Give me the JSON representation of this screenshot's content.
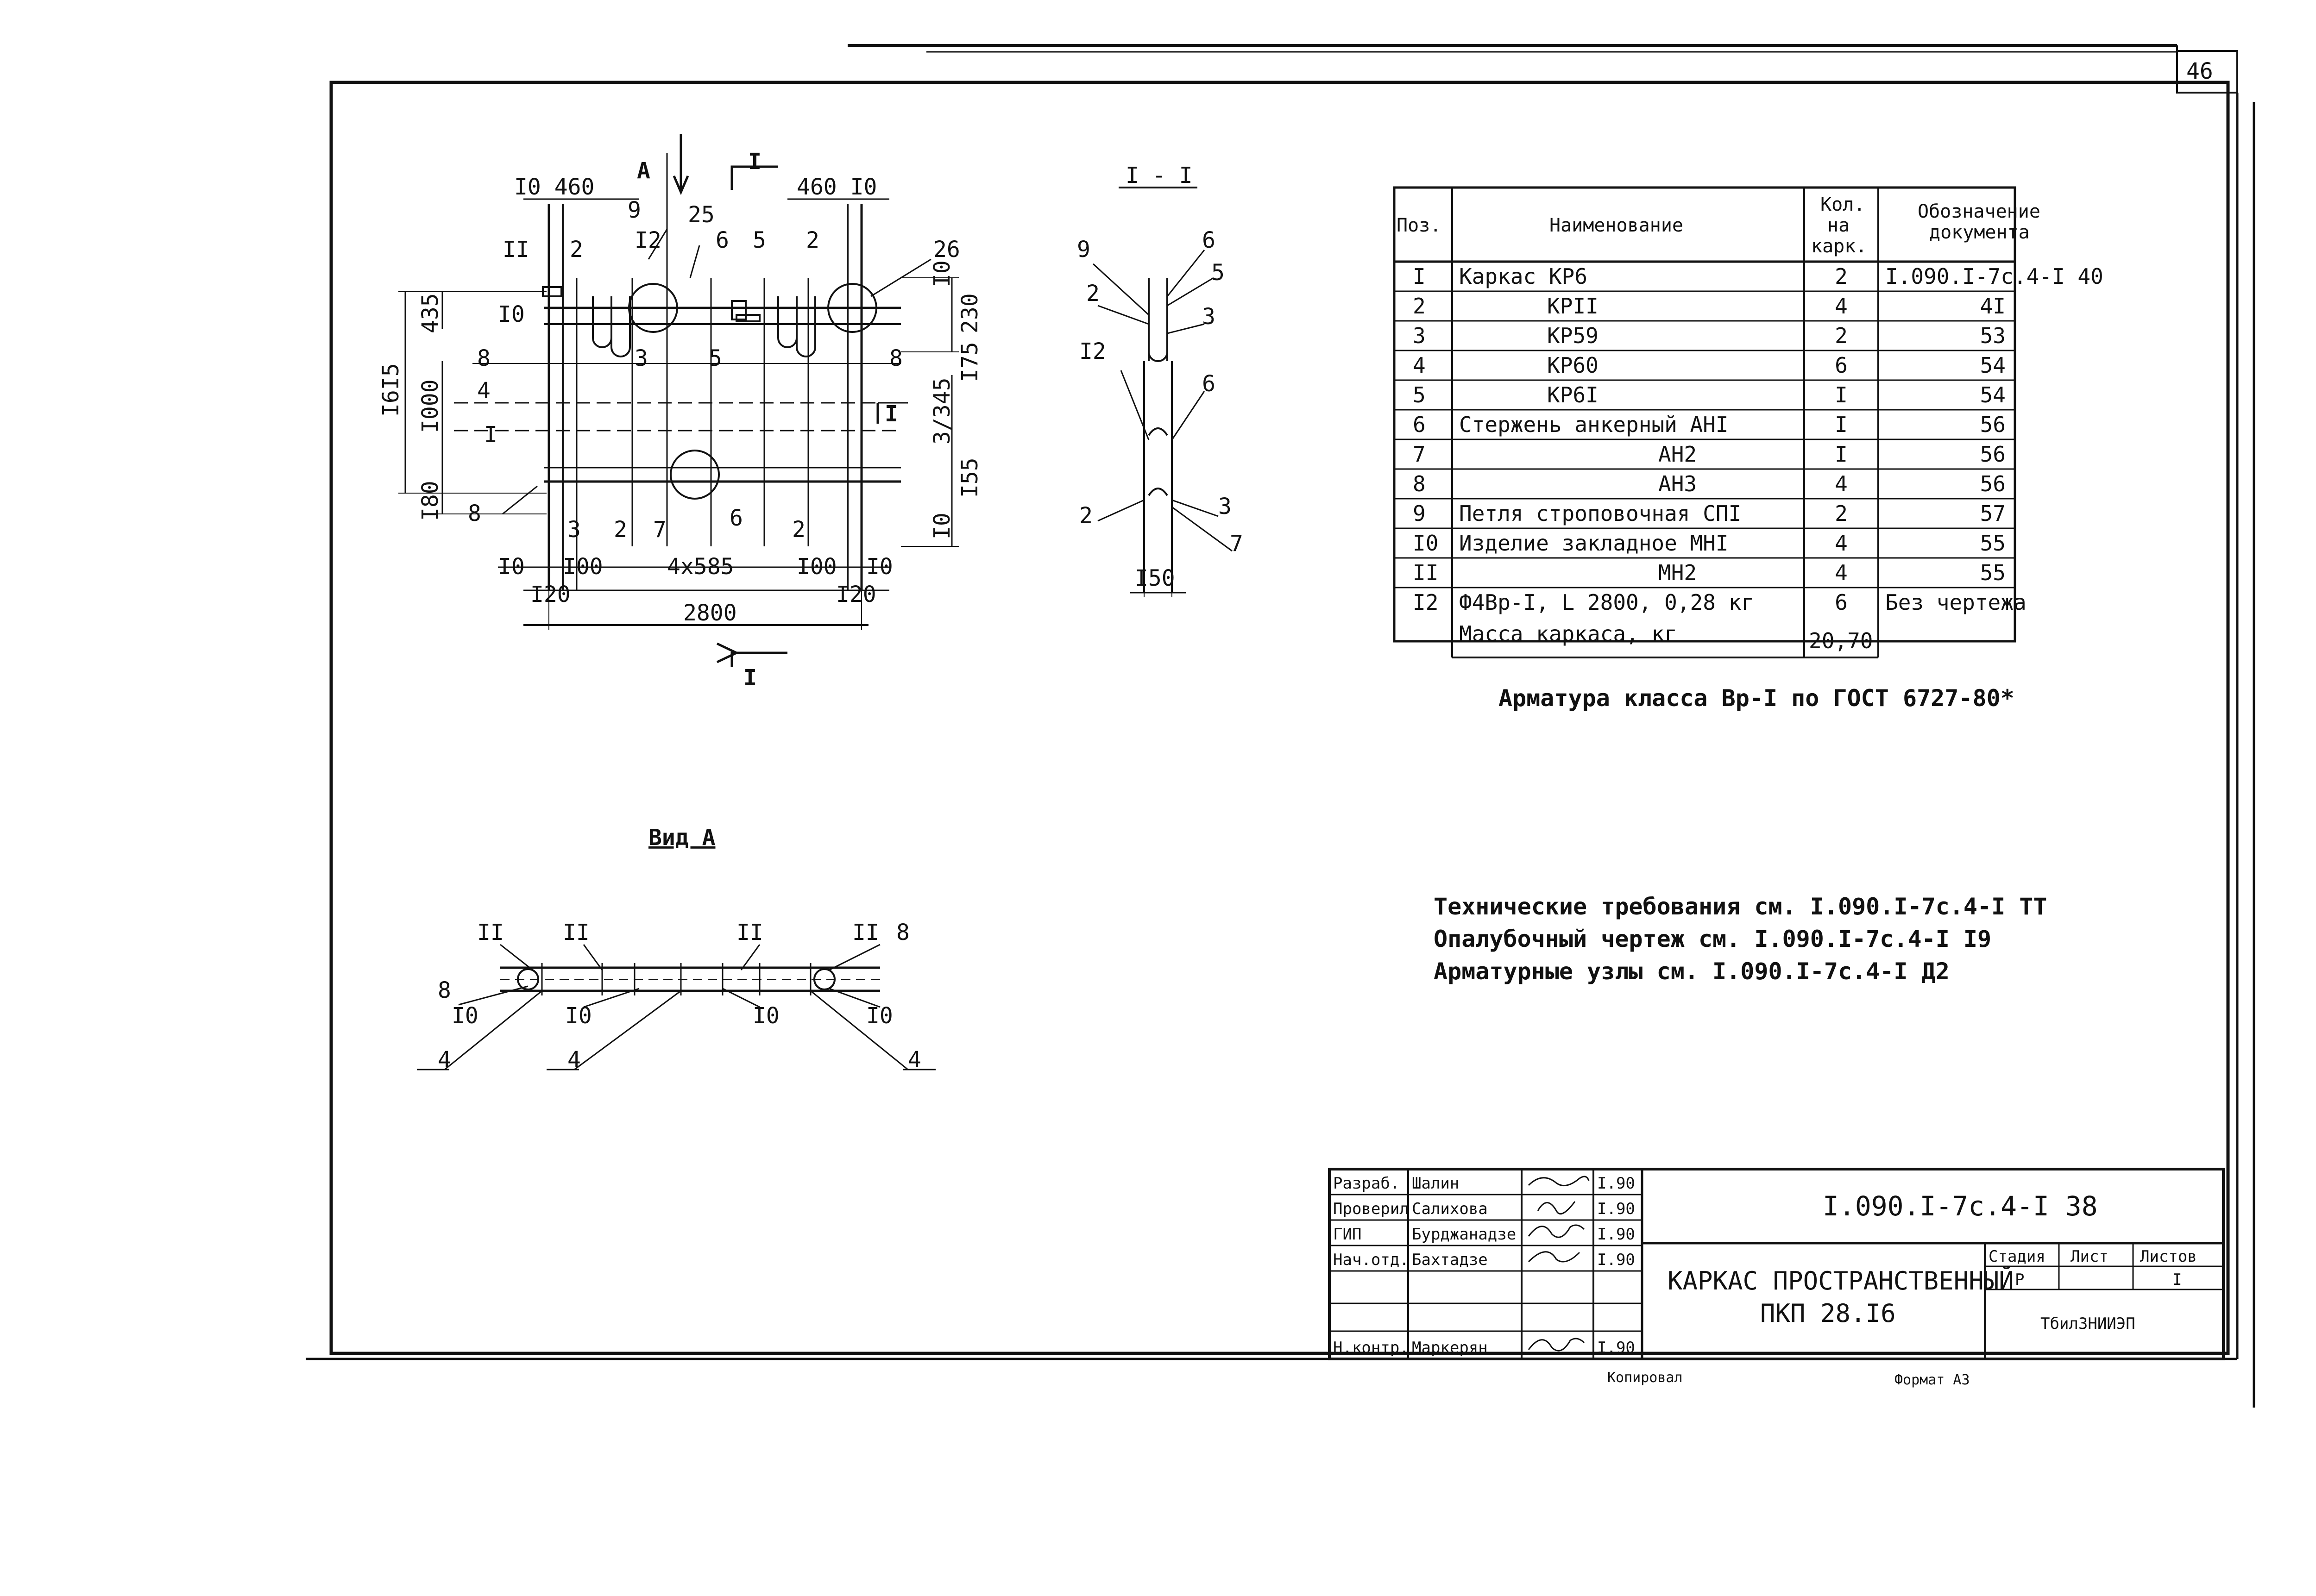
{
  "sheet_number": "46",
  "drawing": {
    "view_a_marker": "А",
    "section_mark": "I",
    "section_title": "I - I",
    "view_a_title": "Вид А",
    "dimensions": {
      "top_left": "I0 460",
      "top_right": "460 I0",
      "height_total": "I6I5",
      "h_435": "435",
      "h_1000": "I000",
      "h_180": "I80",
      "r_230": "230",
      "r_175": "I75",
      "r_3345": "3/345",
      "r_155": "I55",
      "r_10": "I0",
      "r_10b": "I0",
      "bottom_10_left": "I0",
      "bottom_100_left": "I00",
      "bottom_mid": "4x585",
      "bottom_100_right": "I00",
      "bottom_10_right": "I0",
      "bottom_120_left": "I20",
      "bottom_120_right": "I20",
      "bottom_total": "2800",
      "section_150": "I50"
    },
    "callouts_plan": [
      "II",
      "2",
      "9",
      "I2",
      "25",
      "6",
      "5",
      "2",
      "26",
      "I0",
      "I0",
      "8",
      "3",
      "5",
      "8",
      "4",
      "I",
      "I",
      "8",
      "3",
      "2",
      "7",
      "6",
      "2"
    ],
    "callouts_section": [
      "9",
      "6",
      "2",
      "5",
      "3",
      "I2",
      "6",
      "2",
      "3",
      "7"
    ],
    "callouts_view": [
      "II",
      "II",
      "II",
      "II",
      "8",
      "8",
      "I0",
      "I0",
      "I0",
      "I0",
      "4",
      "4",
      "4"
    ]
  },
  "spec_table": {
    "headers": {
      "pos": "Поз.",
      "name": "Наименование",
      "qty_1": "Кол.",
      "qty_2": "на",
      "qty_3": "карк.",
      "doc_1": "Обозначение",
      "doc_2": "документа"
    },
    "rows": [
      {
        "pos": "I",
        "name": "Каркас КР6",
        "qty": "2",
        "doc": "I.090.I-7с.4-I 40"
      },
      {
        "pos": "2",
        "name": "КРII",
        "qty": "4",
        "doc": "4I"
      },
      {
        "pos": "3",
        "name": "КР59",
        "qty": "2",
        "doc": "53"
      },
      {
        "pos": "4",
        "name": "КР60",
        "qty": "6",
        "doc": "54"
      },
      {
        "pos": "5",
        "name": "КР6I",
        "qty": "I",
        "doc": "54"
      },
      {
        "pos": "6",
        "name": "Стержень анкерный АНI",
        "qty": "I",
        "doc": "56"
      },
      {
        "pos": "7",
        "name": "АН2",
        "qty": "I",
        "doc": "56"
      },
      {
        "pos": "8",
        "name": "АН3",
        "qty": "4",
        "doc": "56"
      },
      {
        "pos": "9",
        "name": "Петля строповочная СПI",
        "qty": "2",
        "doc": "57"
      },
      {
        "pos": "I0",
        "name": "Изделие закладное МНI",
        "qty": "4",
        "doc": "55"
      },
      {
        "pos": "II",
        "name": "МН2",
        "qty": "4",
        "doc": "55"
      },
      {
        "pos": "I2",
        "name": "Ф4Вр-I, L 2800, 0,28 кг",
        "qty": "6",
        "doc": "Без чертежа"
      }
    ],
    "mass_label": "Масса каркаса, кг",
    "mass_value": "20,70"
  },
  "notes": {
    "armature": "Арматура класса Вр-I по ГОСТ 6727-80*",
    "line1": "Технические требования см. I.090.I-7с.4-I ТТ",
    "line2": "Опалубочный чертеж см. I.090.I-7с.4-I I9",
    "line3": "Арматурные узлы см. I.090.I-7с.4-I Д2"
  },
  "title_block": {
    "roles": [
      {
        "role": "Разраб.",
        "name": "Шалин",
        "date": "I.90"
      },
      {
        "role": "Проверил",
        "name": "Салихова",
        "date": "I.90"
      },
      {
        "role": "ГИП",
        "name": "Бурджанадзе",
        "date": "I.90"
      },
      {
        "role": "Нач.отд.",
        "name": "Бахтадзе",
        "date": "I.90"
      },
      {
        "role": "",
        "name": "",
        "date": ""
      },
      {
        "role": "",
        "name": "",
        "date": ""
      },
      {
        "role": "Н.контр.",
        "name": "Маркерян",
        "date": "I.90"
      }
    ],
    "doc_code": "I.090.I-7с.4-I 38",
    "title_1": "КАРКАС ПРОСТРАНСТВЕННЫЙ",
    "title_2": "ПКП 28.I6",
    "stage_label": "Стадия",
    "sheet_label": "Лист",
    "sheets_label": "Листов",
    "stage_value": "Р",
    "sheets_value": "I",
    "org": "ТбилЗНИИЭП"
  },
  "footer": {
    "copied": "Копировал",
    "format": "Формат А3"
  }
}
